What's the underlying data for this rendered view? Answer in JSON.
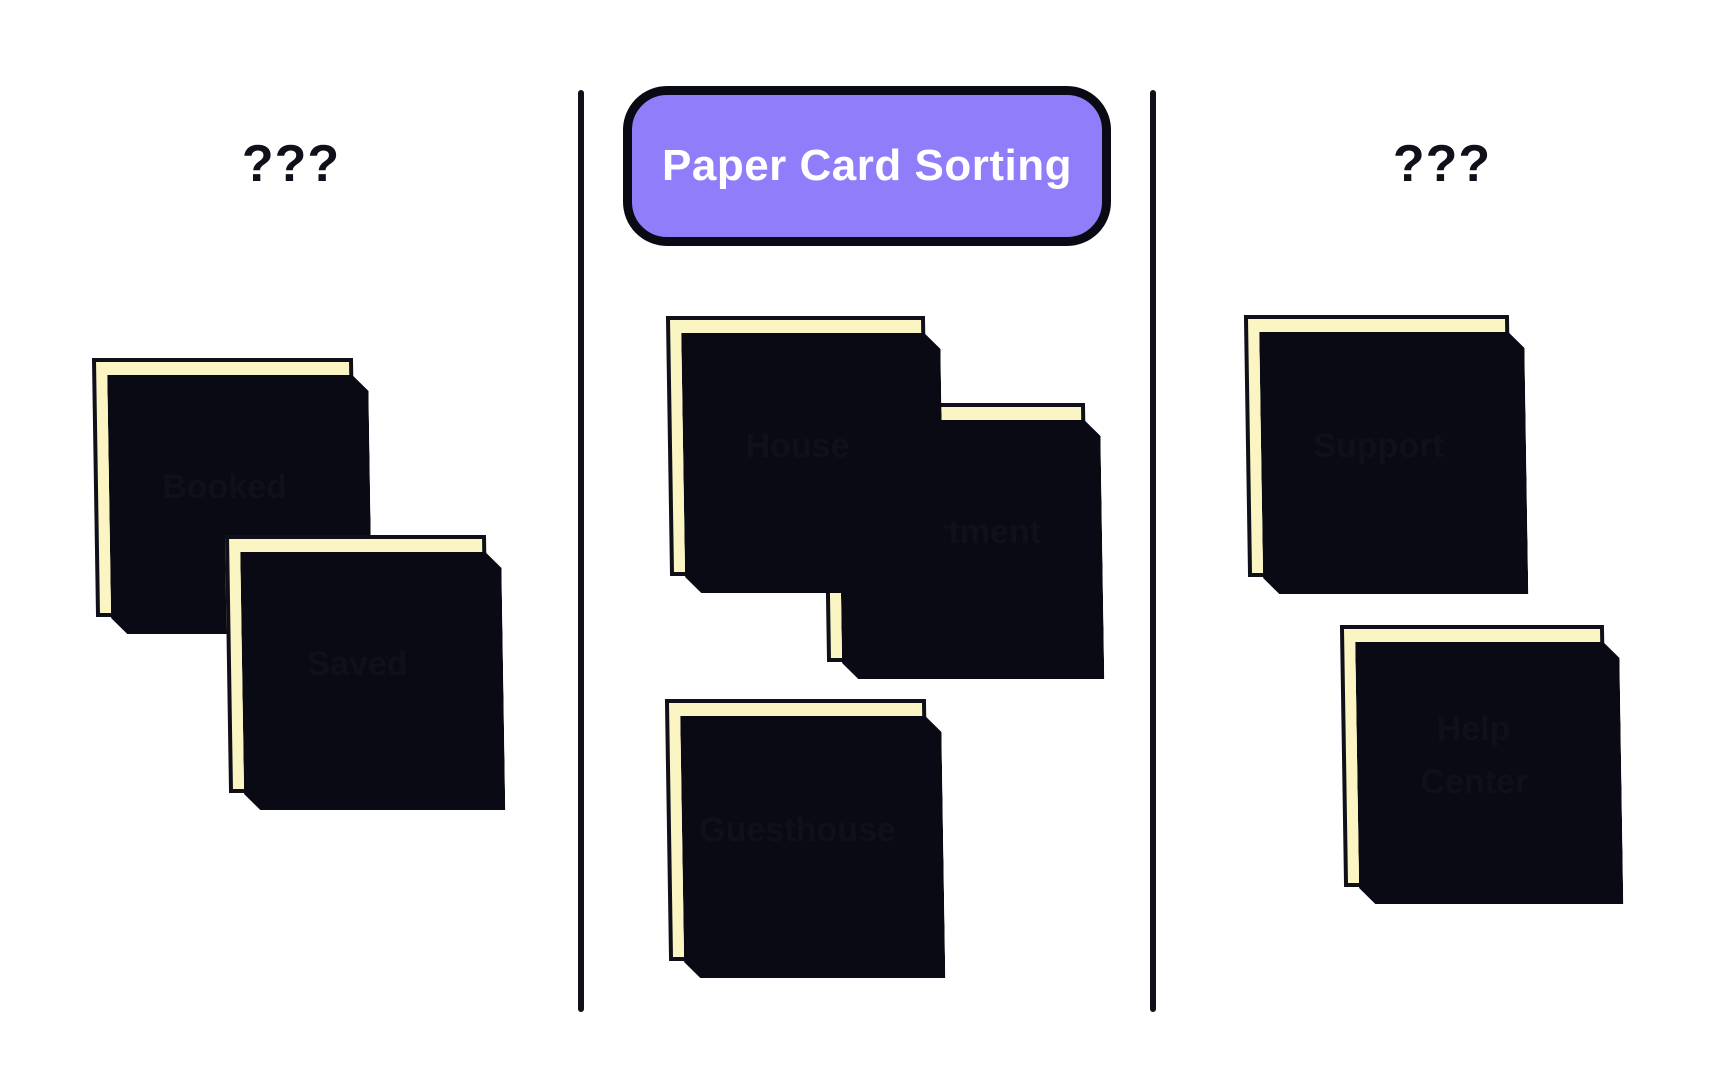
{
  "title": "Paper Card Sorting",
  "colors": {
    "background": "#ffffff",
    "note-fill": "#fbf5c3",
    "accent-purple": "#8f7dfa",
    "ink": "#10101b",
    "shadow": "#0a0a15",
    "title-text": "#ffffff"
  },
  "columns": [
    {
      "heading": "???",
      "cards": [
        {
          "label": "Booked"
        },
        {
          "label": "Saved"
        }
      ]
    },
    {
      "heading": "Paper Card Sorting",
      "cards": [
        {
          "label": "House"
        },
        {
          "label": "Apartment"
        },
        {
          "label": "Guesthouse"
        }
      ]
    },
    {
      "heading": "???",
      "cards": [
        {
          "label": "Support"
        },
        {
          "label": "Help Center"
        }
      ]
    }
  ]
}
